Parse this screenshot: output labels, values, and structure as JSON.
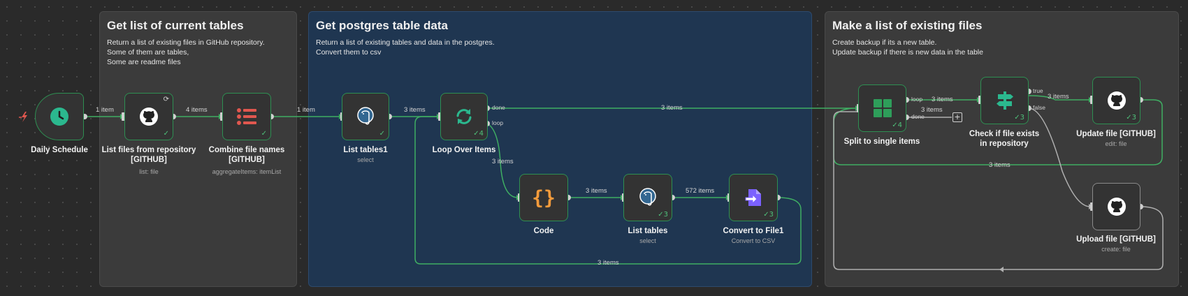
{
  "stickies": {
    "tables": {
      "title": "Get list of current tables",
      "lines": [
        "Return a list of existing files in GitHub repository.",
        "Some of them are tables,",
        "Some are readme files"
      ]
    },
    "postgres": {
      "title": "Get postgres table data",
      "lines": [
        "Return a list of existing tables and data in the postgres.",
        "Convert them to csv"
      ]
    },
    "files": {
      "title": "Make a list of existing files",
      "lines": [
        "Create backup if its a new table.",
        "Update backup if there is new data in the table"
      ]
    }
  },
  "nodes": {
    "schedule": {
      "title": "Daily Schedule",
      "icon": "clock-icon"
    },
    "list_files": {
      "title": "List files from repository [GITHUB]",
      "sub": "list: file",
      "icon": "github-icon"
    },
    "combine": {
      "title": "Combine file names [GITHUB]",
      "sub": "aggregateItems: itemList",
      "icon": "list-icon"
    },
    "list_tables1": {
      "title": "List tables1",
      "sub": "select",
      "icon": "postgres-icon"
    },
    "loop": {
      "title": "Loop Over Items",
      "badge": "4",
      "icon": "loop-icon"
    },
    "code": {
      "title": "Code",
      "icon": "braces-icon"
    },
    "list_tables": {
      "title": "List tables",
      "sub": "select",
      "badge": "3",
      "icon": "postgres-icon"
    },
    "convert": {
      "title": "Convert to File1",
      "sub": "Convert to CSV",
      "badge": "3",
      "icon": "file-convert-icon"
    },
    "split": {
      "title": "Split to single items",
      "badge": "4",
      "icon": "grid-icon"
    },
    "check": {
      "title": "Check if file exists in repository",
      "badge": "3",
      "icon": "signpost-icon"
    },
    "update": {
      "title": "Update file [GITHUB]",
      "sub": "edit: file",
      "badge": "3",
      "icon": "github-icon"
    },
    "upload": {
      "title": "Upload file [GITHUB]",
      "sub": "create: file",
      "icon": "github-icon"
    }
  },
  "edge_labels": {
    "e1": "1 item",
    "e2": "4 items",
    "e3": "1 item",
    "e4": "3 items",
    "e5": "3 items",
    "e6": "3 items",
    "e7": "3 items",
    "e8": "572 items",
    "e9": "3 items",
    "e10": "3 items",
    "e11": "3 items",
    "e12": "3 items",
    "e13": "3 items"
  },
  "port_labels": {
    "done": "done",
    "loop": "loop",
    "split_loop": "loop",
    "split_done": "done",
    "true": "true",
    "false": "false"
  },
  "colors": {
    "success": "#2e8f52",
    "wire": "#3fae63",
    "grey_wire": "#b0b0b0",
    "sticky_blue": "#1f3651",
    "sticky_grey": "#3b3b3b"
  }
}
